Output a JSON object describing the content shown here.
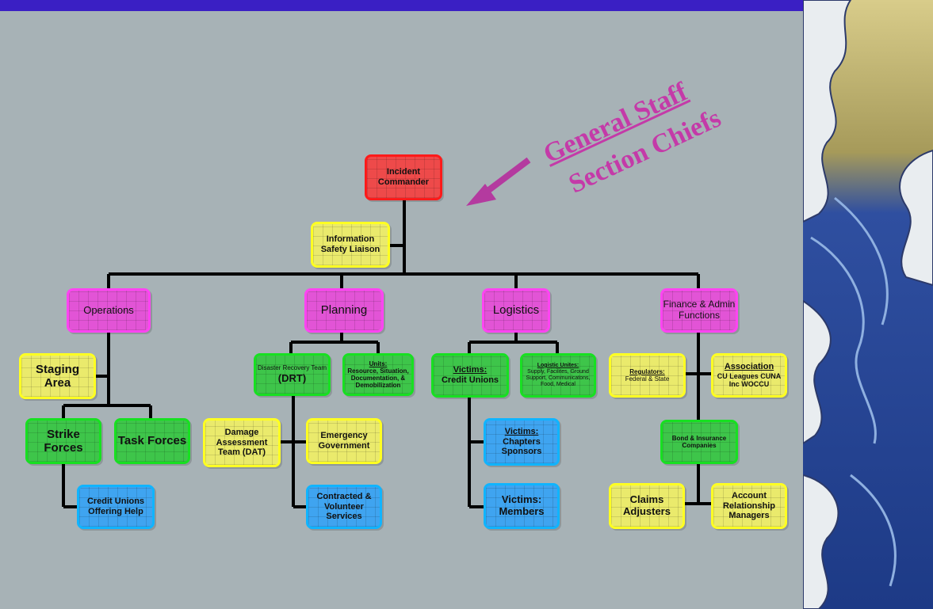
{
  "callout": {
    "line1": "General Staff",
    "line2": "Section Chiefs"
  },
  "nodes": {
    "incident_commander": "Incident Commander",
    "info_safety_liaison": "Information Safety Liaison",
    "operations": "Operations",
    "planning": "Planning",
    "logistics": "Logistics",
    "finance": "Finance & Admin Functions",
    "staging_area": "Staging Area",
    "strike_forces": "Strike Forces",
    "task_forces": "Task Forces",
    "credit_unions_offering_help": "Credit Unions Offering Help",
    "drt_title": "Disaster Recovery Team",
    "drt_abbr": "(DRT)",
    "units_heading": "Units:",
    "units_body": "Resource, Situation, Documentation, & Demobilization",
    "damage_assessment": "Damage Assessment Team (DAT)",
    "emergency_government": "Emergency Government",
    "contracted_volunteer": "Contracted & Volunteer Services",
    "victims_cu_heading": "Victims:",
    "victims_cu_body": "Credit Unions",
    "logistic_units_heading": "Logistic Unites:",
    "logistic_units_body": "Supply, Facilites, Ground Support, Communicatons, Food, Medical",
    "victims_chapters_heading": "Victims:",
    "victims_chapters_body": "Chapters Sponsors",
    "victims_members": "Victims: Members",
    "regulators_heading": "Regulators:",
    "regulators_body": "Federal & State",
    "association_heading": "Association",
    "association_body": "CU Leagues CUNA Inc WOCCU",
    "bond_insurance": "Bond & Insurance Companies",
    "claims_adjusters": "Claims Adjusters",
    "account_managers": "Account Relationship Managers"
  },
  "colors": {
    "background": "#a7b2b6",
    "top_bar": "#3a1fc4",
    "commander": "#ee4a4a",
    "staff": "#eaea6c",
    "section_chief": "#e254d6",
    "unit": "#3ec54a",
    "victim": "#3fa4f0",
    "callout": "#c43aa8"
  }
}
